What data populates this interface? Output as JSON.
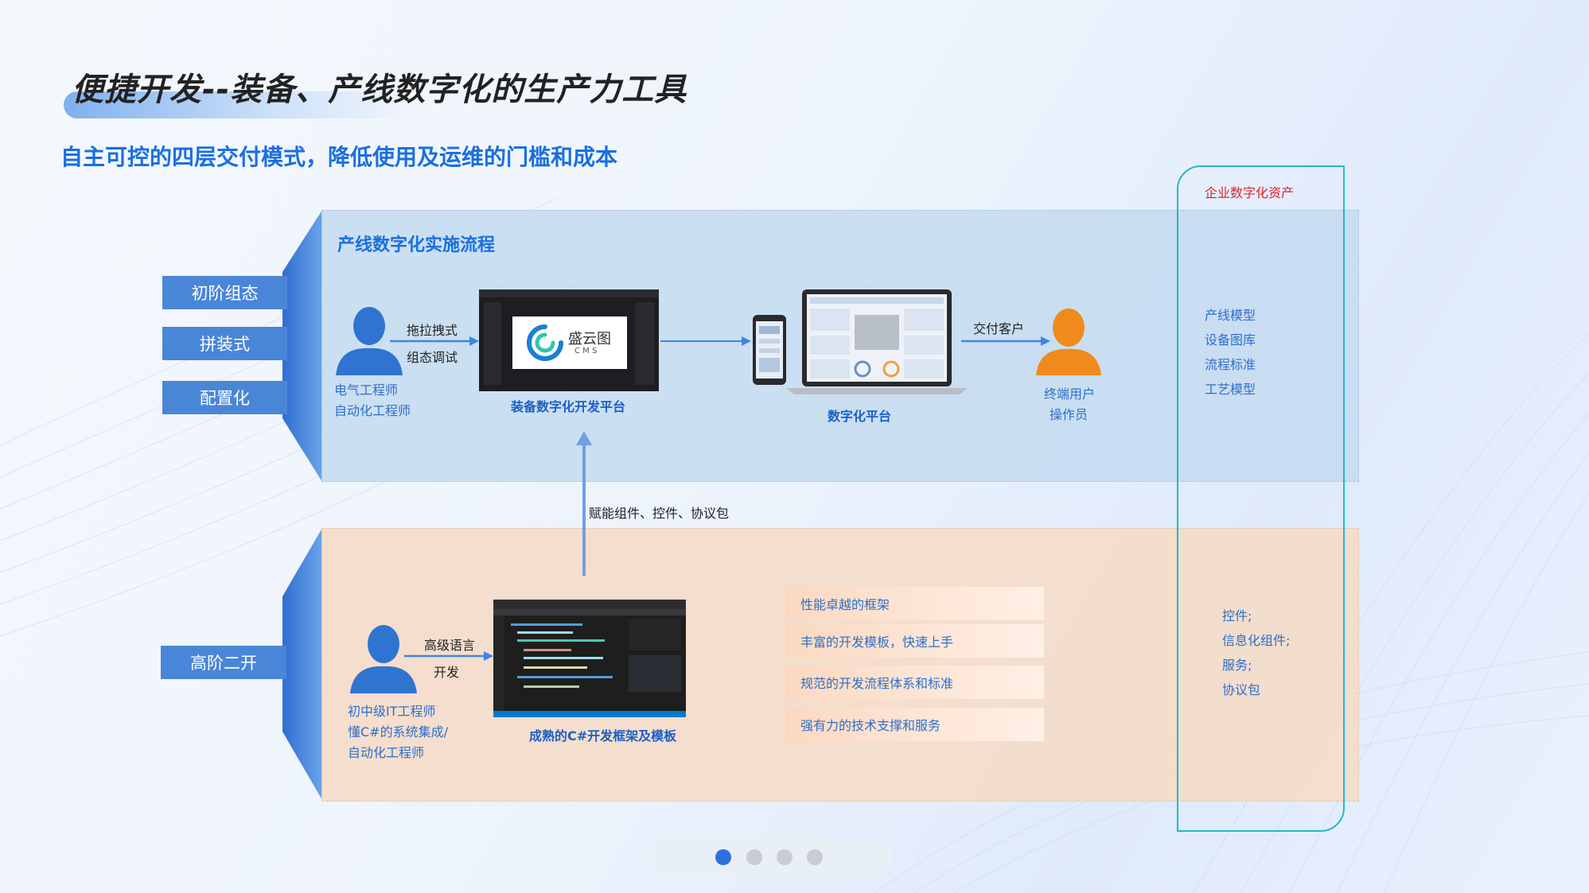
{
  "title": "便捷开发--装备、产线数字化的生产力工具",
  "subtitle": "自主可控的四层交付模式，降低使用及运维的门槛和成本",
  "top_panel": {
    "label": "产线数字化实施流程",
    "modes": [
      "初阶组态",
      "拼装式",
      "配置化"
    ],
    "engineer_roles": [
      "电气工程师",
      "自动化工程师"
    ],
    "arrow_top_label": "拖拉拽式",
    "arrow_bottom_label": "组态调试",
    "dev_platform": {
      "caption": "装备数字化开发平台",
      "logo_text": "盛云图",
      "logo_sub": "C M S"
    },
    "digital_platform_caption": "数字化平台",
    "deliver_label": "交付客户",
    "end_user_roles": [
      "终端用户",
      "操作员"
    ]
  },
  "connector_label": "赋能组件、控件、协议包",
  "bottom_panel": {
    "mode": "高阶二开",
    "arrow_top_label": "高级语言",
    "arrow_bottom_label": "开发",
    "engineer_roles": [
      "初中级IT工程师",
      "懂C#的系统集成/",
      "自动化工程师"
    ],
    "framework_caption": "成熟的C#开发框架及模板",
    "features": [
      "性能卓越的框架",
      "丰富的开发模板，快速上手",
      "规范的开发流程体系和标准",
      "强有力的技术支撑和服务"
    ]
  },
  "assets": {
    "title": "企业数字化资产",
    "top_items": [
      "产线模型",
      "设备图库",
      "流程标准",
      "工艺模型"
    ],
    "bottom_items": [
      "控件;",
      "信息化组件;",
      "服务;",
      "协议包"
    ]
  },
  "pager": {
    "total": 4,
    "active": 1
  },
  "colors": {
    "accent_blue": "#1b6fe0",
    "button_blue": "#4a86d8",
    "user_blue": "#2f74d0",
    "user_orange": "#f08a1c",
    "asset_frame": "#22b8c9",
    "asset_title_red": "#e0242b"
  }
}
